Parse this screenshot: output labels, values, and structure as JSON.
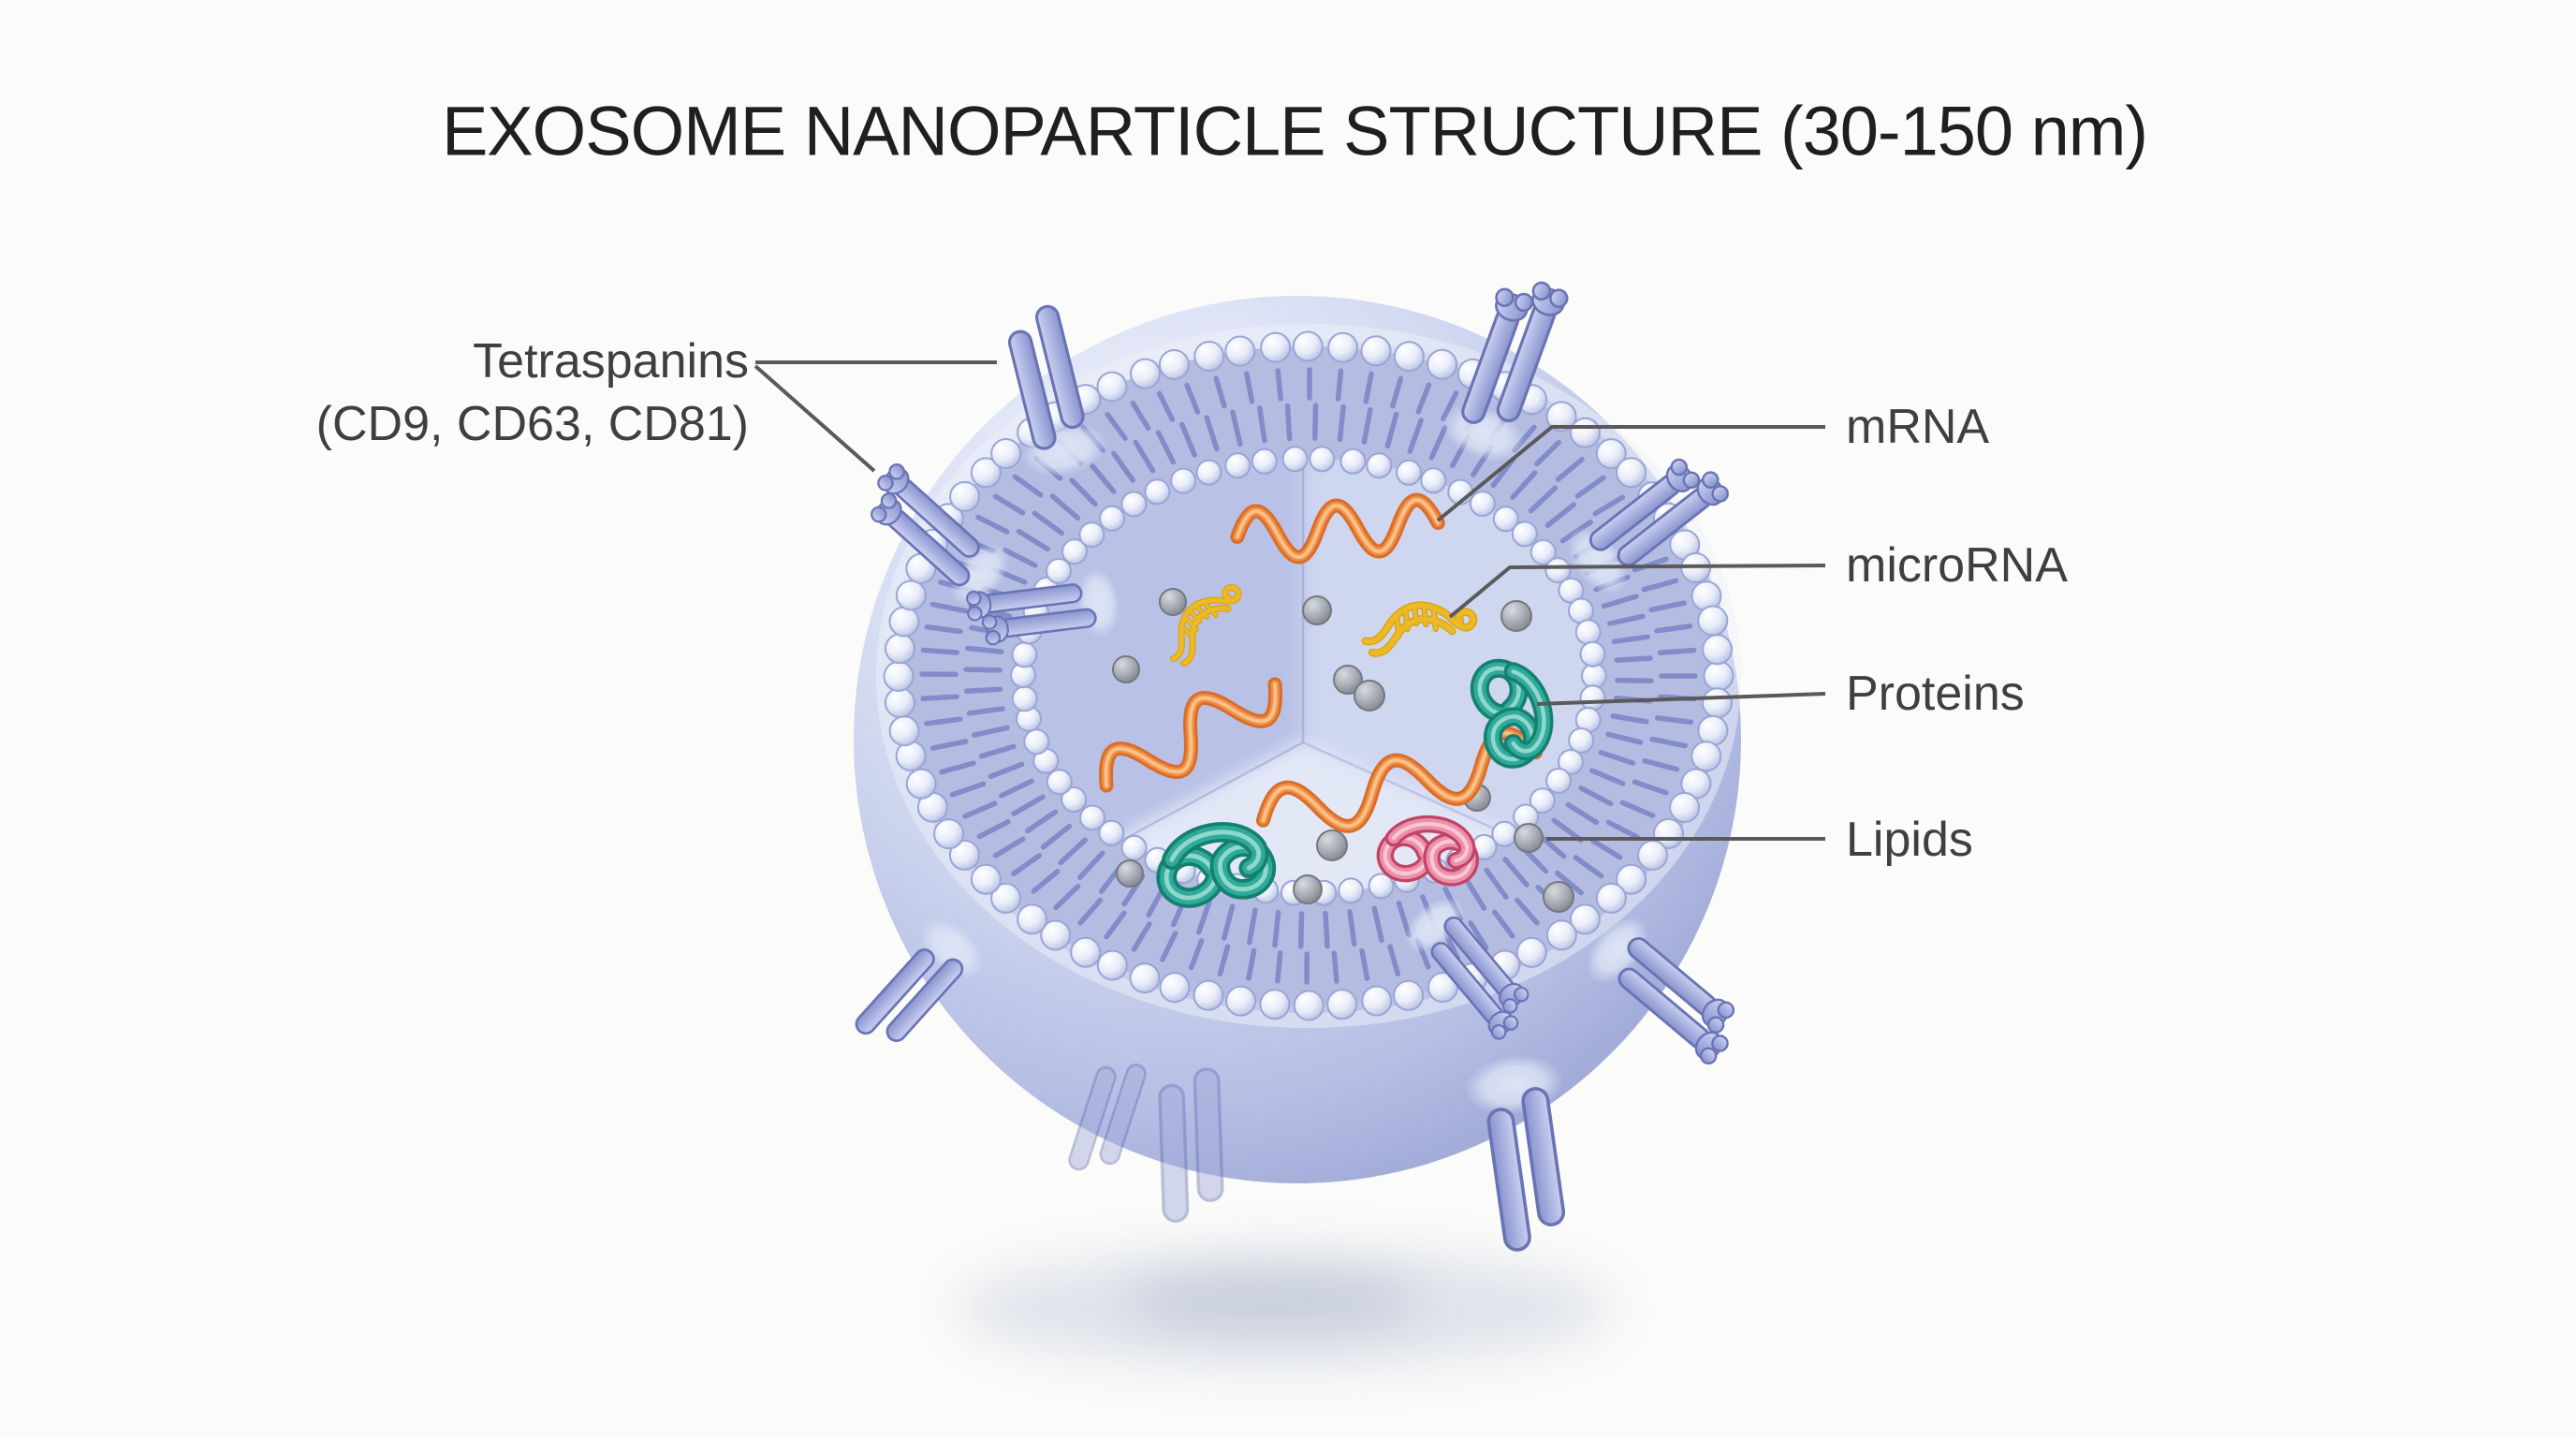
{
  "title": "EXOSOME NANOPARTICLE STRUCTURE (30-150 nm)",
  "left_label": {
    "line1": "Tetraspanins",
    "line2": "(CD9, CD63, CD81)"
  },
  "right_labels": [
    {
      "id": "mrna",
      "text": "mRNA"
    },
    {
      "id": "microrna",
      "text": "microRNA"
    },
    {
      "id": "proteins",
      "text": "Proteins"
    },
    {
      "id": "lipids",
      "text": "Lipids"
    }
  ],
  "contents": {
    "mrna_strands": 3,
    "microrna_strands": 2,
    "teal_proteins": 2,
    "pink_proteins": 1,
    "lipid_spheres": 12,
    "surface_tetraspanins": 9,
    "ghost_tetraspanins": 2
  },
  "colors": {
    "background": "#fbfbf9",
    "vesicle_body": "#aab3de",
    "vesicle_highlight": "#f2f4fc",
    "membrane_band": "#b4bce2",
    "membrane_tail": "#7f8ac7",
    "membrane_bead": "#e9edf9",
    "bead_outline": "#9aa5d4",
    "cavity_base": "#cfd6f0",
    "cavity_wall": "#b8c0e6",
    "cavity_floor": "#e3e8f7",
    "tetraspanin_fill": "#a9b2e0",
    "tetraspanin_outline": "#6a74b5",
    "mrna_orange": "#ef8f45",
    "mrna_orange_dark": "#d96d2b",
    "mrna_orange_light": "#fac089",
    "microrna_yellow": "#ecba27",
    "microrna_yellow_dark": "#d9a51c",
    "protein_teal": "#2faa9b",
    "protein_teal_dark": "#15806f",
    "protein_teal_light": "#8fd8cb",
    "protein_pink": "#ec8fa9",
    "protein_pink_dark": "#c04468",
    "protein_pink_light": "#f8c7d4",
    "lipid_gray": "#a9adb5",
    "lipid_gray_dark": "#82868f",
    "lipid_outline": "#74787f",
    "leader_line": "#5a5a5a",
    "label_text": "#3f3f3f",
    "title_text": "#1f1f1f",
    "shadow": "#bfc7da"
  }
}
